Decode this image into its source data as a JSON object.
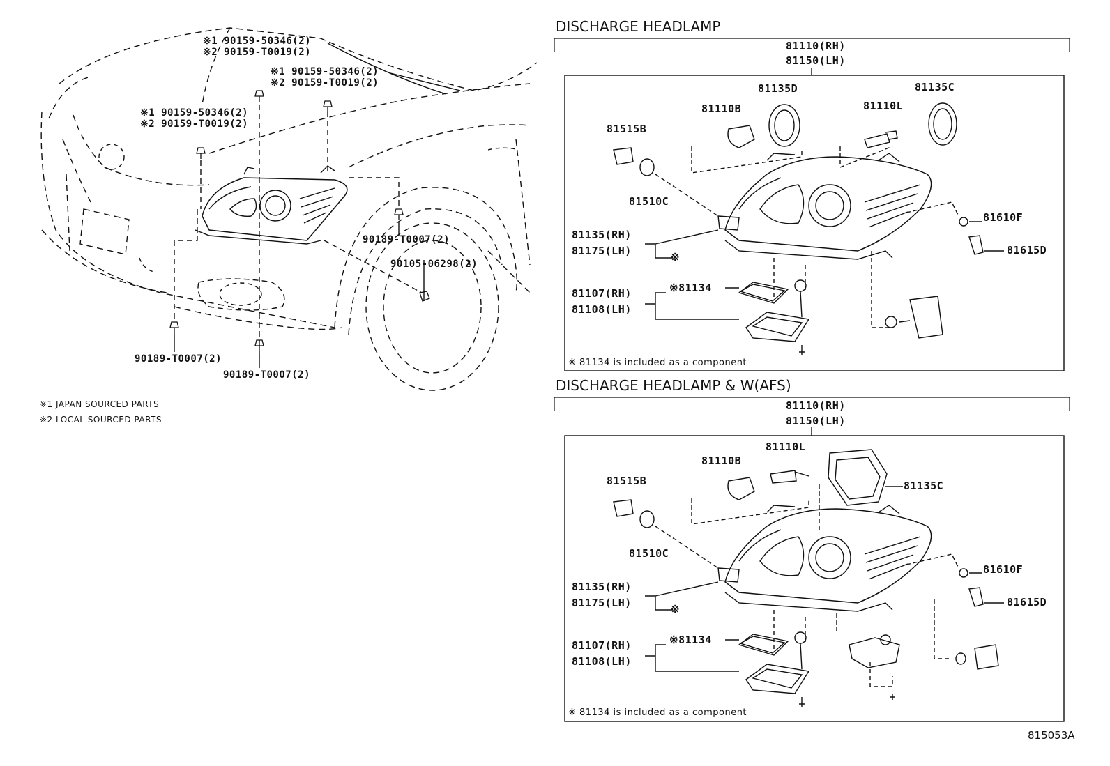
{
  "left": {
    "clip_a_line1": "※1 90159-50346(2)",
    "clip_a_line2": "※2 90159-T0019(2)",
    "clip_b_line1": "※1 90159-50346(2)",
    "clip_b_line2": "※2 90159-T0019(2)",
    "clip_c_line1": "※1 90159-50346(2)",
    "clip_c_line2": "※2 90159-T0019(2)",
    "clip_right": "90189-T0007(2)",
    "screw": "90105-06298(2)",
    "clip_bottom_left": "90189-T0007(2)",
    "clip_bottom_center": "90189-T0007(2)",
    "legend_1": "※1 JAPAN SOURCED PARTS",
    "legend_2": "※2 LOCAL SOURCED PARTS"
  },
  "section1": {
    "title": "DISCHARGE HEADLAMP",
    "assy_rh": "81110(RH)",
    "assy_lh": "81150(LH)",
    "p_81135D": "81135D",
    "p_81135C": "81135C",
    "p_81110B": "81110B",
    "p_81110L": "81110L",
    "p_81515B": "81515B",
    "p_81510C": "81510C",
    "p_81610F": "81610F",
    "p_81615D": "81615D",
    "unit_rh": "81135(RH)",
    "unit_lh": "81175(LH)",
    "unit_mark": "※",
    "ballast_rh": "81107(RH)",
    "ballast_lh": "81108(LH)",
    "p_81134": "※81134",
    "note": "※ 81134 is included as a component"
  },
  "section2": {
    "title": "DISCHARGE HEADLAMP & W(AFS)",
    "assy_rh": "81110(RH)",
    "assy_lh": "81150(LH)",
    "p_81110L": "81110L",
    "p_81110B": "81110B",
    "p_81135C": "81135C",
    "p_81515B": "81515B",
    "p_81510C": "81510C",
    "p_81610F": "81610F",
    "p_81615D": "81615D",
    "unit_rh": "81135(RH)",
    "unit_lh": "81175(LH)",
    "unit_mark": "※",
    "ballast_rh": "81107(RH)",
    "ballast_lh": "81108(LH)",
    "p_81134": "※81134",
    "note": "※ 81134 is included as a component"
  },
  "figure_code": "815053A"
}
